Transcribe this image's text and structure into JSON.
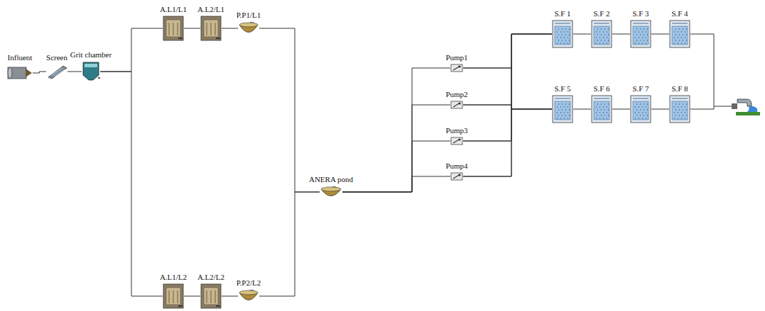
{
  "diagram": {
    "nodes": [
      {
        "text": [
          "Influent"
        ]
      },
      {
        "text": [
          "Screen"
        ]
      },
      {
        "text": [
          "Grit chamber"
        ]
      },
      {
        "text": [
          "A.L1/L1"
        ]
      },
      {
        "text": [
          "A.L2/L1"
        ]
      },
      {
        "text": [
          "P.P1/L1"
        ]
      },
      {
        "text": [
          "A.L1/L2"
        ]
      },
      {
        "text": [
          "A.L2/L2"
        ]
      },
      {
        "text": [
          "P.P2/L2"
        ]
      },
      {
        "text": [
          "ANERA pond"
        ]
      },
      {
        "text": [
          "Pump1"
        ]
      },
      {
        "text": [
          "Pump2"
        ]
      },
      {
        "text": [
          "Pump3"
        ]
      },
      {
        "text": [
          "Pump4"
        ]
      },
      {
        "text": [
          "S.F 1"
        ]
      },
      {
        "text": [
          "S.F 2"
        ]
      },
      {
        "text": [
          "S.F 3"
        ]
      },
      {
        "text": [
          "S.F 4"
        ]
      },
      {
        "text": [
          "S.F 5"
        ]
      },
      {
        "text": [
          "S.F 6"
        ]
      },
      {
        "text": [
          "S.F 7"
        ]
      },
      {
        "text": [
          "S.F 8"
        ]
      }
    ],
    "edges": [
      {
        "from": 0,
        "to": 1,
        "arrow": "none"
      },
      {
        "from": 1,
        "to": 2,
        "arrow": "none"
      },
      {
        "from": 2,
        "to": 3,
        "arrow": "none"
      },
      {
        "from": 2,
        "to": 6,
        "arrow": "none"
      },
      {
        "from": 3,
        "to": 4,
        "arrow": "none"
      },
      {
        "from": 4,
        "to": 5,
        "arrow": "none"
      },
      {
        "from": 6,
        "to": 7,
        "arrow": "none"
      },
      {
        "from": 7,
        "to": 8,
        "arrow": "none"
      },
      {
        "from": 5,
        "to": 9,
        "arrow": "none"
      },
      {
        "from": 8,
        "to": 9,
        "arrow": "none"
      },
      {
        "from": 9,
        "to": 10,
        "arrow": "none"
      },
      {
        "from": 9,
        "to": 11,
        "arrow": "none"
      },
      {
        "from": 9,
        "to": 12,
        "arrow": "none"
      },
      {
        "from": 9,
        "to": 13,
        "arrow": "none"
      },
      {
        "from": 10,
        "to": 14,
        "arrow": "none"
      },
      {
        "from": 10,
        "to": 18,
        "arrow": "none"
      },
      {
        "from": 11,
        "to": 14,
        "arrow": "none"
      },
      {
        "from": 11,
        "to": 18,
        "arrow": "none"
      },
      {
        "from": 12,
        "to": 14,
        "arrow": "none"
      },
      {
        "from": 12,
        "to": 18,
        "arrow": "none"
      },
      {
        "from": 13,
        "to": 14,
        "arrow": "none"
      },
      {
        "from": 13,
        "to": 18,
        "arrow": "none"
      },
      {
        "from": 14,
        "to": 15,
        "arrow": "none"
      },
      {
        "from": 15,
        "to": 16,
        "arrow": "none"
      },
      {
        "from": 16,
        "to": 17,
        "arrow": "none"
      },
      {
        "from": 18,
        "to": 19,
        "arrow": "none"
      },
      {
        "from": 19,
        "to": 20,
        "arrow": "none"
      },
      {
        "from": 20,
        "to": 21,
        "arrow": "none"
      }
    ]
  }
}
